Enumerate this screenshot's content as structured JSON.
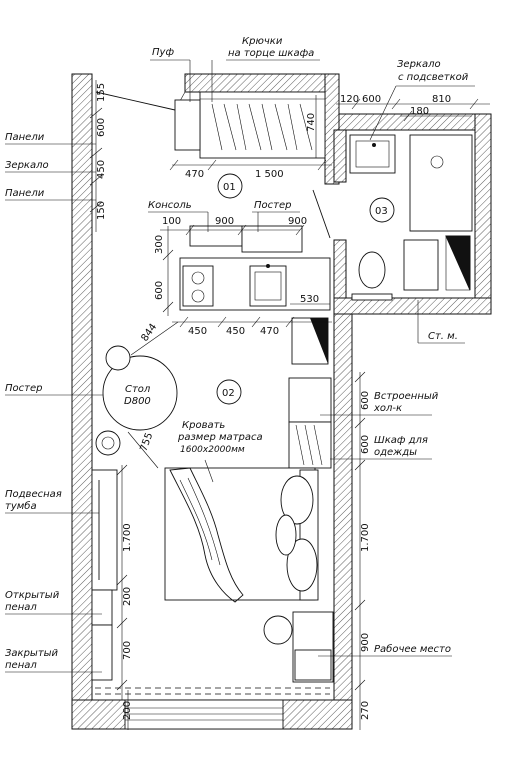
{
  "labels": {
    "puf": "Пуф",
    "hooks_l1": "Крючки",
    "hooks_l2": "на торце шкафа",
    "mirror_light_l1": "Зеркало",
    "mirror_light_l2": "с подсветкой",
    "panels_top": "Панели",
    "mirror": "Зеркало",
    "panels_bottom": "Панели",
    "console": "Консоль",
    "poster_top": "Постер",
    "poster_left": "Постер",
    "table_l1": "Стол",
    "table_l2": "D800",
    "bed_l1": "Кровать",
    "bed_l2": "размер матраса",
    "bed_l3": "1600х2000мм",
    "hanging_l1": "Подвесная",
    "hanging_l2": "тумба",
    "open_case_l1": "Открытый",
    "open_case_l2": "пенал",
    "closed_case_l1": "Закрытый",
    "closed_case_l2": "пенал",
    "fridge_l1": "Встроенный",
    "fridge_l2": "хол-к",
    "wardrobe_l1": "Шкаф для",
    "wardrobe_l2": "одежды",
    "workplace": "Рабочее место",
    "riser": "Ст. м."
  },
  "rooms": {
    "r01": "01",
    "r02": "02",
    "r03": "03"
  },
  "dims": {
    "d155": "155",
    "d600_left": "600",
    "d450_left": "450",
    "d150_left": "150",
    "d470_top": "470",
    "d1500": "1 500",
    "d740": "740",
    "d120": "120",
    "d600_top": "600",
    "d810": "810",
    "d180": "180",
    "d100": "100",
    "d900_console": "900",
    "d900_poster": "900",
    "d300": "300",
    "d600_kitchen": "600",
    "d530": "530",
    "d844": "844",
    "d450_a": "450",
    "d450_b": "450",
    "d470_b": "470",
    "d755": "755",
    "d1700_left": "1.700",
    "d200": "200",
    "d700": "700",
    "d600_right_a": "600",
    "d600_right_b": "600",
    "d1700_right": "1.700",
    "d900_right": "900",
    "d270": "270",
    "d200_bottom": "200"
  }
}
